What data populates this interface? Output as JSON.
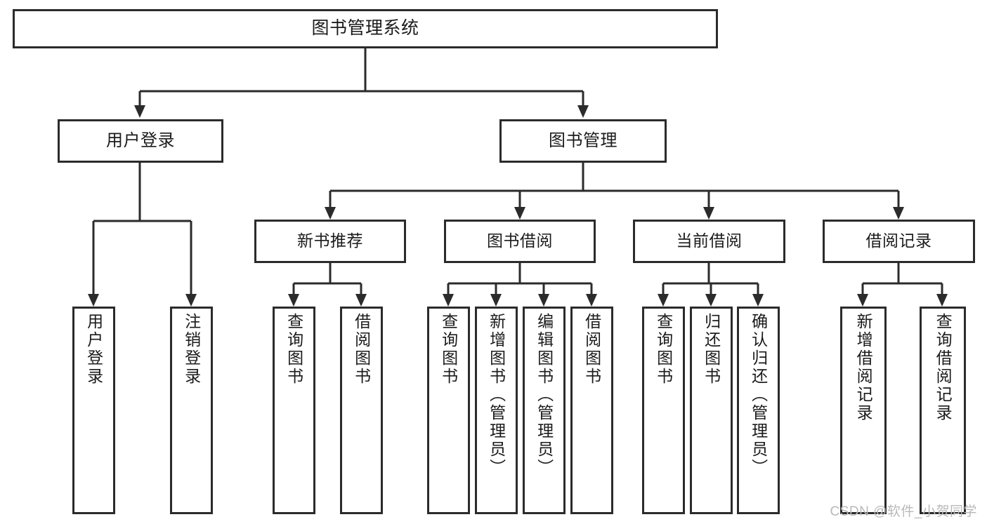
{
  "diagram": {
    "title": "图书管理系统",
    "type": "hierarchy-tree",
    "nodes": {
      "root": {
        "label": "图书管理系统"
      },
      "level2": [
        {
          "id": "user-login",
          "label": "用户登录"
        },
        {
          "id": "book-manage",
          "label": "图书管理"
        }
      ],
      "level3": [
        {
          "id": "new-book-recommend",
          "label": "新书推荐"
        },
        {
          "id": "book-borrow",
          "label": "图书借阅"
        },
        {
          "id": "current-borrow",
          "label": "当前借阅"
        },
        {
          "id": "borrow-record",
          "label": "借阅记录"
        }
      ],
      "leaves": {
        "user-login": [
          {
            "id": "leaf-user-login",
            "label": "用户登录"
          },
          {
            "id": "leaf-logout",
            "label": "注销登录"
          }
        ],
        "new-book-recommend": [
          {
            "id": "leaf-query-book-1",
            "label": "查询图书"
          },
          {
            "id": "leaf-borrow-book-1",
            "label": "借阅图书"
          }
        ],
        "book-borrow": [
          {
            "id": "leaf-query-book-2",
            "label": "查询图书"
          },
          {
            "id": "leaf-add-book",
            "label": "新增图书（管理员）"
          },
          {
            "id": "leaf-edit-book",
            "label": "编辑图书（管理员）"
          },
          {
            "id": "leaf-borrow-book-2",
            "label": "借阅图书"
          }
        ],
        "current-borrow": [
          {
            "id": "leaf-query-book-3",
            "label": "查询图书"
          },
          {
            "id": "leaf-return-book",
            "label": "归还图书"
          },
          {
            "id": "leaf-confirm-return",
            "label": "确认归还（管理员）"
          }
        ],
        "borrow-record": [
          {
            "id": "leaf-add-record",
            "label": "新增借阅记录"
          },
          {
            "id": "leaf-query-record",
            "label": "查询借阅记录"
          }
        ]
      }
    },
    "colors": {
      "stroke": "#2b2b2b",
      "fill": "#ffffff",
      "text": "#1b1b1b",
      "watermark": "#b9b9b9"
    }
  },
  "watermark": {
    "text": "CSDN @软件_小贺同学"
  }
}
